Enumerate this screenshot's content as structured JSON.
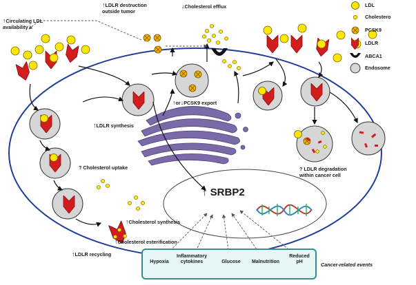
{
  "legend": {
    "items": [
      {
        "label": "LDL",
        "icon": "ldl-icon"
      },
      {
        "label": "Cholestero",
        "icon": "cholesterol-icon"
      },
      {
        "label": "PCSK9",
        "icon": "pcsk9-icon"
      },
      {
        "label": "LDLR",
        "icon": "ldlr-icon"
      },
      {
        "label": "ABCA1",
        "icon": "abca1-icon"
      },
      {
        "label": "Endosome",
        "icon": "endosome-icon"
      }
    ]
  },
  "labels": {
    "ldlr_destruction": "LDLR destruction\noutside tumor",
    "cholesterol_efflux": "Cholesterol efflux",
    "circulating_ldl": "Circulating LDL\navailability",
    "pcsk9_export": "or",
    "pcsk9_export_tail": "PCSK9 export",
    "ldlr_synthesis": "LDLR synthesis",
    "cholesterol_uptake": "? Cholesterol uptake",
    "srbp2": "SRBP2",
    "ldlr_degradation": "? LDLR degradation\nwithin cancer cell",
    "cholesterol_synthesis": "Cholesterol synthesis",
    "cholesterol_esterification": "Cholesterol esterification",
    "ldlr_recycling": "LDLR recycling"
  },
  "events": {
    "items": [
      "Hypoxia",
      "Inflammatory\ncytokines",
      "Glucose",
      "Malnutrition",
      "Reduced\npH"
    ],
    "caption": "Cancer-related events"
  },
  "colors": {
    "ldl": "#ffe600",
    "pcsk9": "#f2b400",
    "ldlr": "#d11d1d",
    "endosome": "#d6d6d6",
    "cell_border": "#1f3c9c",
    "golgi": "#7a6aa8",
    "event_border": "#3a8d8e",
    "event_fill": "#e6f6f6"
  }
}
